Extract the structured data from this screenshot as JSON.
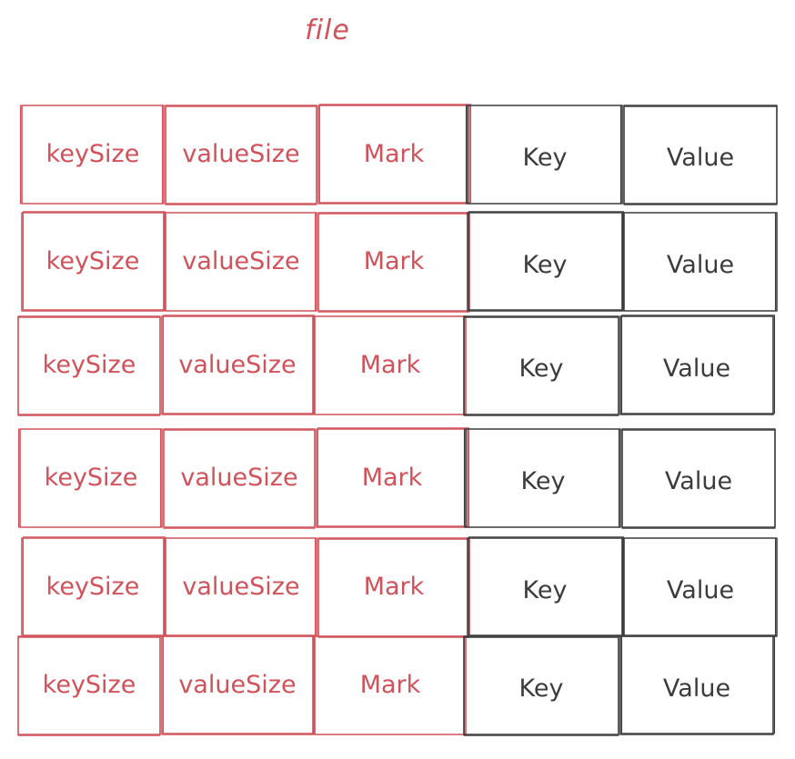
{
  "title": "file",
  "colors": {
    "header_fields": "#d0525a",
    "data_fields": "#3c3c3c",
    "title": "#d0525a"
  },
  "columns": [
    {
      "label": "keySize",
      "group": "header"
    },
    {
      "label": "valueSize",
      "group": "header"
    },
    {
      "label": "Mark",
      "group": "header"
    },
    {
      "label": "Key",
      "group": "data"
    },
    {
      "label": "Value",
      "group": "data"
    }
  ],
  "rows": [
    [
      "keySize",
      "valueSize",
      "Mark",
      "Key",
      "Value"
    ],
    [
      "keySize",
      "valueSize",
      "Mark",
      "Key",
      "Value"
    ],
    [
      "keySize",
      "valueSize",
      "Mark",
      "Key",
      "Value"
    ],
    [
      "keySize",
      "valueSize",
      "Mark",
      "Key",
      "Value"
    ],
    [
      "keySize",
      "valueSize",
      "Mark",
      "Key",
      "Value"
    ],
    [
      "keySize",
      "valueSize",
      "Mark",
      "Key",
      "Value"
    ]
  ]
}
